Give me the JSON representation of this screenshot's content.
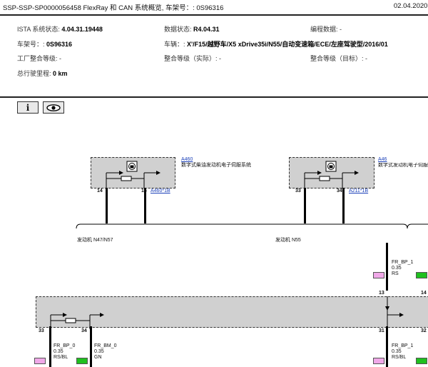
{
  "header": {
    "title": "SSP-SSP-SP0000056458 FlexRay 和 CAN 系统概览, 车架号：: 0S96316",
    "date": "02.04.2020, 0"
  },
  "info": {
    "ista_label": "ISTA 系统状态:",
    "ista_value": "4.04.31.19448",
    "data_label": "数据状态:",
    "data_value": "R4.04.31",
    "prog_label": "编程数据: -",
    "vin_label": "车架号：:",
    "vin_value": "0S96316",
    "vehicle_label": "车辆：:",
    "vehicle_value": "X'/F15/越野车/X5 xDrive35i/N55/自动变速箱/ECE/左座驾驶型/2016/01",
    "factory_label": "工厂整合等级: -",
    "integ_actual_label": "整合等级（实际）: -",
    "integ_target_label": "整合等级（目标）: -",
    "mileage_label": "总行驶里程:",
    "mileage_value": "0 km"
  },
  "toolbar": {
    "info_icon_glyph": "i"
  },
  "modules": [
    {
      "id": "A460",
      "desc": "数字式柴油发动机电子伺服系统",
      "pin_a": "14",
      "pin_b": "16",
      "connector": "A460*1B"
    },
    {
      "id": "A46",
      "desc": "数字式发动机电子伺服",
      "pin_a": "33",
      "pin_b": "34",
      "connector": "A211*1B"
    }
  ],
  "variants": {
    "left": "发动机 N47/N57",
    "right": "发动机 N55"
  },
  "bus_pins": {
    "top_left": "13",
    "top_right": "14",
    "bottom_1": "33",
    "bottom_2": "34",
    "bottom_3": "31",
    "bottom_4": "32"
  },
  "signals": [
    {
      "name": "FR_BP_1",
      "gauge": "0.35",
      "color": "RS"
    },
    {
      "name": "FR_BP_0",
      "gauge": "0.35",
      "color": "RS/BL"
    },
    {
      "name": "FR_BM_0",
      "gauge": "0.35",
      "color": "GN"
    },
    {
      "name": "FR_BP_1",
      "gauge": "0.35",
      "color": "RS/BL"
    }
  ],
  "colors": {
    "pink": "#f0a8e8",
    "green": "#1fc01f",
    "module_fill": "#d0d0d0",
    "link": "#1a3fb8"
  }
}
